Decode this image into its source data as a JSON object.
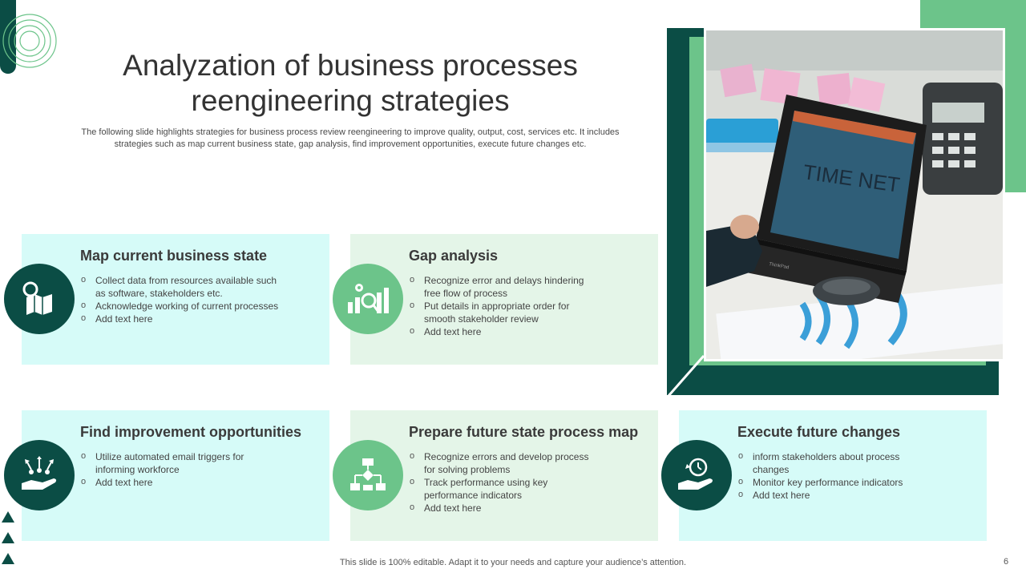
{
  "slide": {
    "title": "Analyzation  of business processes reengineering strategies",
    "subtitle": "The following slide highlights strategies for business process review reengineering to improve quality, output, cost, services etc. It includes strategies such as map current business state, gap analysis, find improvement opportunities, execute future changes etc.",
    "footer_note": "This slide is 100% editable. Adapt it to your needs and capture your audience’s attention.",
    "page_number": "6"
  },
  "photo": {
    "screen_text": "TIME NET",
    "laptop_brand": "ThinkPad"
  },
  "cards": [
    {
      "title": "Map current business state",
      "icon": "map-pin-icon",
      "items": [
        "Collect data from resources available  such as software,  stakeholders etc.",
        "Acknowledge working of current processes",
        "Add text here"
      ]
    },
    {
      "title": "Gap analysis",
      "icon": "analysis-chart-icon",
      "items": [
        "Recognize error and delays hindering free flow of process",
        "Put details in appropriate  order for smooth stakeholder review",
        "Add text here"
      ]
    },
    {
      "title": "Find improvement opportunities",
      "icon": "hand-opportunities-icon",
      "items": [
        "Utilize automated email triggers for informing workforce",
        "Add text here"
      ]
    },
    {
      "title": "Prepare future state process map",
      "icon": "flowchart-icon",
      "items": [
        "Recognize errors and develop  process for solving  problems",
        "Track performance  using key performance  indicators",
        "Add text here"
      ]
    },
    {
      "title": "Execute future changes",
      "icon": "hand-clock-icon",
      "items": [
        "inform  stakeholders about process changes",
        "Monitor key performance  indicators",
        "Add text here"
      ]
    }
  ],
  "colors": {
    "dark_green": "#0b4d45",
    "light_green": "#6cc48a",
    "mint_card": "#d6fbf8",
    "pale_card": "#e4f5e8"
  }
}
